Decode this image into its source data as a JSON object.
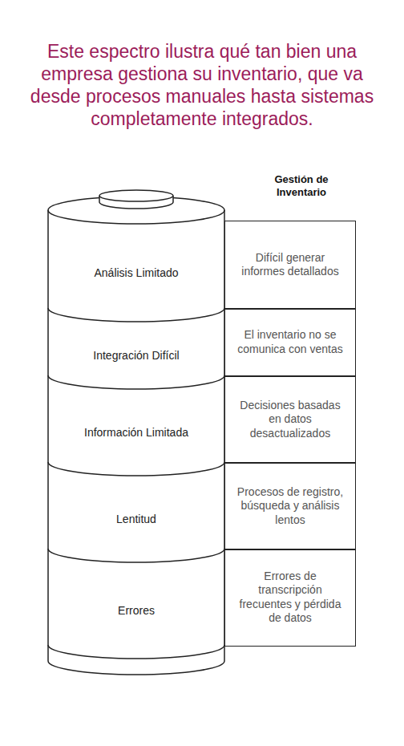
{
  "diagram": {
    "title": "Este espectro ilustra qué tan bien una empresa gestiona su inventario, que va desde procesos manuales hasta sistemas completamente integrados.",
    "nodes": [
      {
        "text": [
          "Análisis Limitado"
        ]
      },
      {
        "text": [
          "Difícil generar informes detallados"
        ]
      },
      {
        "text": [
          "Integración Difícil"
        ]
      },
      {
        "text": [
          "El inventario no se comunica con ventas"
        ]
      },
      {
        "text": [
          "Información Limitada"
        ]
      },
      {
        "text": [
          "Decisiones basadas en datos desactualizados"
        ]
      },
      {
        "text": [
          "Lentitud"
        ]
      },
      {
        "text": [
          "Procesos de registro, búsqueda y análisis lentos"
        ]
      },
      {
        "text": [
          "Errores"
        ]
      },
      {
        "text": [
          "Errores de transcripción frecuentes y pérdida de datos"
        ]
      }
    ],
    "labels": [
      "Gestión de Inventario"
    ]
  }
}
